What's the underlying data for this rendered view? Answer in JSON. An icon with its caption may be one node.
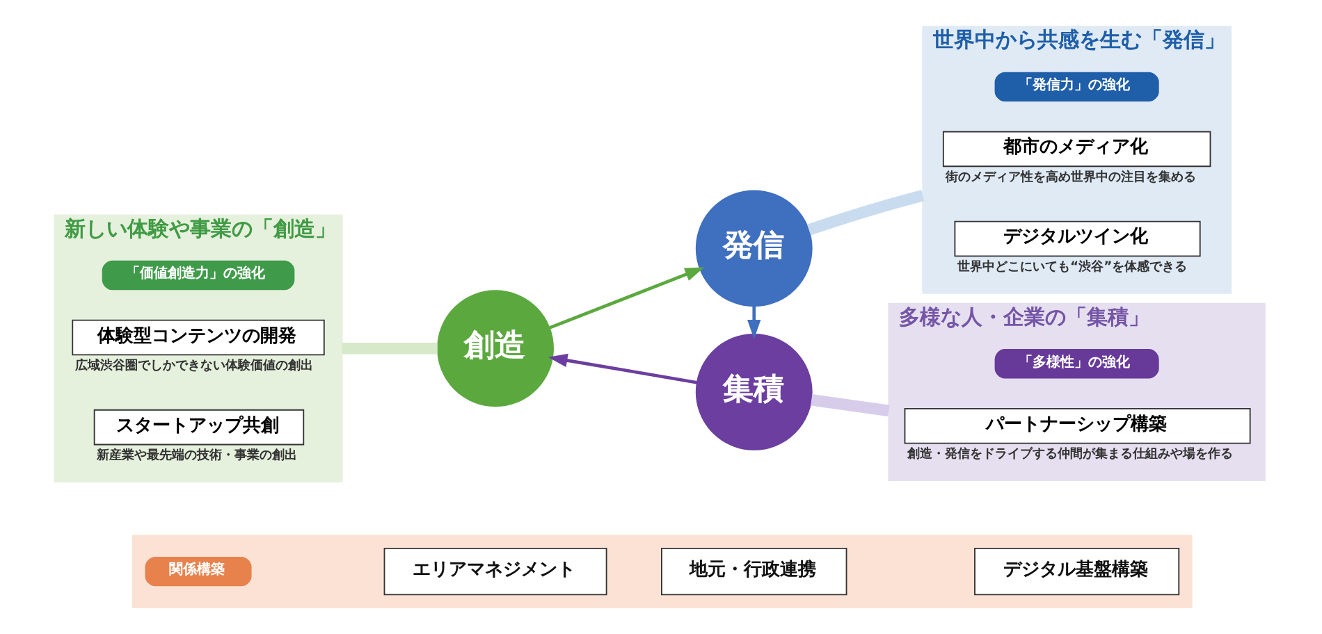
{
  "diagram": {
    "nodes": [
      {
        "text": [
          "新しい体験や事業の「創造」"
        ]
      },
      {
        "text": [
          "「価値創造力」の強化"
        ],
        "in": 0
      },
      {
        "text": [
          "体験型コンテンツの開発"
        ],
        "beside": [
          "広域渋谷圏でしかできない体験価値の創出"
        ],
        "in": 0
      },
      {
        "text": [
          "スタートアップ共創"
        ],
        "beside": [
          "新産業や最先端の技術・事業の創出"
        ],
        "in": 0
      },
      {
        "text": [
          "創造"
        ]
      },
      {
        "text": [
          "発信"
        ]
      },
      {
        "text": [
          "集積"
        ]
      },
      {
        "text": [
          "世界中から共感を生む「発信」"
        ]
      },
      {
        "text": [
          "「発信力」の強化"
        ],
        "in": 7
      },
      {
        "text": [
          "都市のメディア化"
        ],
        "beside": [
          "街のメディア性を高め世界中の注目を集める"
        ],
        "in": 7
      },
      {
        "text": [
          "デジタルツイン化"
        ],
        "beside": [
          "世界中どこにいても“渋谷”を体感できる"
        ],
        "in": 7
      },
      {
        "text": [
          "多様な人・企業の「集積」"
        ]
      },
      {
        "text": [
          "「多様性」の強化"
        ],
        "in": 11
      },
      {
        "text": [
          "パートナーシップ構築"
        ],
        "beside": [
          "創造・発信をドライブする仲間が集まる仕組みや場を作る"
        ],
        "in": 11
      },
      {
        "text": [],
        "shape": "box"
      },
      {
        "text": [
          "関係構築"
        ],
        "in": 14
      },
      {
        "text": [
          "エリアマネジメント"
        ],
        "in": 14
      },
      {
        "text": [
          "地元・行政連携"
        ],
        "in": 14
      },
      {
        "text": [
          "デジタル基盤構築"
        ],
        "in": 14
      }
    ],
    "edges": [
      {
        "from": 4,
        "to": 5,
        "arrow": "to",
        "color": "#5ba93e"
      },
      {
        "from": 5,
        "to": 6,
        "arrow": "to",
        "color": "#3f6fbf"
      },
      {
        "from": 6,
        "to": 4,
        "arrow": "to",
        "color": "#6b3ea0"
      },
      {
        "from": 0,
        "to": 4,
        "arrow": "none",
        "style": "thick",
        "color": "#d6e9c8"
      },
      {
        "from": 5,
        "to": 7,
        "arrow": "none",
        "style": "thick",
        "color": "#c9dcef"
      },
      {
        "from": 6,
        "to": 11,
        "arrow": "none",
        "style": "thick",
        "color": "#d8cceb"
      }
    ]
  }
}
